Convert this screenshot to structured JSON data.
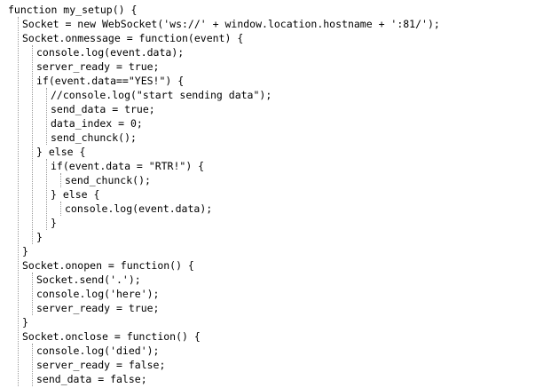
{
  "editor": {
    "language": "javascript",
    "lines": [
      {
        "indent": 0,
        "text": "function my_setup() {"
      },
      {
        "indent": 1,
        "text": "Socket = new WebSocket('ws://' + window.location.hostname + ':81/');"
      },
      {
        "indent": 1,
        "text": "Socket.onmessage = function(event) {"
      },
      {
        "indent": 2,
        "text": "console.log(event.data);"
      },
      {
        "indent": 2,
        "text": "server_ready = true;"
      },
      {
        "indent": 2,
        "text": "if(event.data==\"YES!\") {"
      },
      {
        "indent": 3,
        "text": "//console.log(\"start sending data\");"
      },
      {
        "indent": 3,
        "text": "send_data = true;"
      },
      {
        "indent": 3,
        "text": "data_index = 0;"
      },
      {
        "indent": 3,
        "text": "send_chunck();"
      },
      {
        "indent": 2,
        "text": "} else {"
      },
      {
        "indent": 3,
        "text": "if(event.data = \"RTR!\") {"
      },
      {
        "indent": 4,
        "text": "send_chunck();"
      },
      {
        "indent": 3,
        "text": "} else {"
      },
      {
        "indent": 4,
        "text": "console.log(event.data);"
      },
      {
        "indent": 3,
        "text": "}"
      },
      {
        "indent": 2,
        "text": "}"
      },
      {
        "indent": 1,
        "text": "}"
      },
      {
        "indent": 1,
        "text": "Socket.onopen = function() {"
      },
      {
        "indent": 2,
        "text": "Socket.send('.');"
      },
      {
        "indent": 2,
        "text": "console.log('here');"
      },
      {
        "indent": 2,
        "text": "server_ready = true;"
      },
      {
        "indent": 1,
        "text": "}"
      },
      {
        "indent": 1,
        "text": "Socket.onclose = function() {"
      },
      {
        "indent": 2,
        "text": "console.log('died');"
      },
      {
        "indent": 2,
        "text": "server_ready = false;"
      },
      {
        "indent": 2,
        "text": "send_data = false;"
      }
    ]
  },
  "colors": {
    "background": "#ffffff",
    "text": "#000000",
    "indent_guide": "#9a9a9a"
  }
}
